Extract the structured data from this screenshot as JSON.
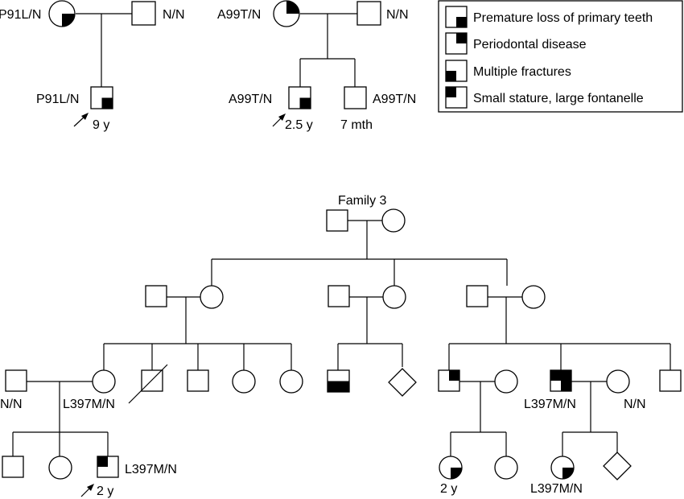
{
  "legend": {
    "items": [
      {
        "label": "Premature loss of primary teeth",
        "quadrant": "bottom-right"
      },
      {
        "label": "Periodontal disease",
        "quadrant": "top-right"
      },
      {
        "label": "Multiple fractures",
        "quadrant": "bottom-left"
      },
      {
        "label": "Small stature, large fontanelle",
        "quadrant": "top-left"
      }
    ]
  },
  "family1": {
    "mother_genotype": "P91L/N",
    "father_genotype": "N/N",
    "proband_genotype": "P91L/N",
    "proband_age": "9 y"
  },
  "family2": {
    "mother_genotype": "A99T/N",
    "father_genotype": "N/N",
    "child1_genotype": "A99T/N",
    "child1_age": "2.5 y",
    "child2_genotype": "A99T/N",
    "child2_age": "7 mth"
  },
  "family3": {
    "title": "Family 3",
    "g3_left_father_genotype": "N/N",
    "g3_left_mother_genotype": "L397M/N",
    "g3_right_male_genotype": "L397M/N",
    "g3_right_female_genotype": "N/N",
    "g4_proband_genotype": "L397M/N",
    "g4_proband_age": "2 y",
    "g4_mid_female_age": "2 y",
    "g4_right_female_genotype": "L397M/N"
  }
}
